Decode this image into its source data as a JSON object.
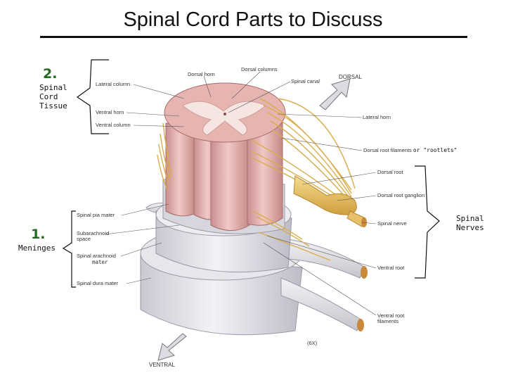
{
  "title": "Spinal Cord Parts to Discuss",
  "groups": {
    "tissue": {
      "number": "2.",
      "label_lines": [
        "Spinal",
        "Cord",
        "Tissue"
      ]
    },
    "meninges": {
      "number": "1.",
      "label": "Meninges"
    },
    "nerves": {
      "label_lines": [
        "Spinal",
        "Nerves"
      ]
    }
  },
  "labels": {
    "dorsal_horn": "Dorsal horn",
    "dorsal_columns": "Dorsal columns",
    "spinal_canal": "Spinal canal",
    "dorsal": "DORSAL",
    "lateral_column": "Lateral column",
    "ventral_horn": "Ventral horn",
    "ventral_column": "Ventral column",
    "lateral_horn": "Lateral horn",
    "dorsal_root_filaments": "Dorsal root filaments",
    "rootlets_note": "or \"rootlets\"",
    "dorsal_root": "Dorsal root",
    "dorsal_root_ganglion": "Dorsal root ganglion",
    "spinal_nerve": "Spinal nerve",
    "spinal_pia_mater": "Spinal pia mater",
    "subarachnoid_space_lines": [
      "Subarachnoid",
      "space"
    ],
    "spinal_arachnoid": "Spinal arachnoid",
    "arachnoid_mater_suffix": "mater",
    "ventral_root": "Ventral root",
    "spinal_dura_mater": "Spinal dura mater",
    "ventral_root_filaments_lines": [
      "Ventral root",
      "filaments"
    ],
    "magnification": "(6X)",
    "ventral": "VENTRAL"
  },
  "colors": {
    "tissue_number": "#1f6b1f",
    "cord_pink": "#e8b8b4",
    "grey_matter": "#f3ddd8",
    "nerve_yellow": "#e8c870",
    "meninges_grey": "#d9d9e0"
  }
}
